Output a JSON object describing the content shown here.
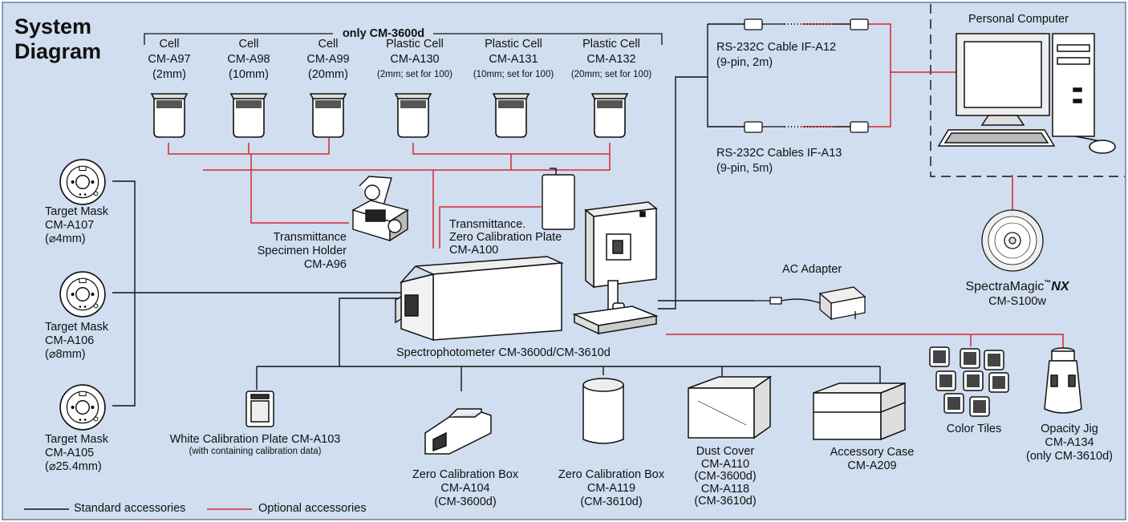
{
  "title_lines": [
    "System",
    "Diagram"
  ],
  "group_label": "only CM-3600d",
  "cells": [
    {
      "lines": [
        "Cell",
        "CM-A97",
        "(2mm)"
      ]
    },
    {
      "lines": [
        "Cell",
        "CM-A98",
        "(10mm)"
      ]
    },
    {
      "lines": [
        "Cell",
        "CM-A99",
        "(20mm)"
      ]
    },
    {
      "lines": [
        "Plastic Cell",
        "CM-A130"
      ],
      "note": "(2mm; set for 100)"
    },
    {
      "lines": [
        "Plastic Cell",
        "CM-A131"
      ],
      "note": "(10mm; set for 100)"
    },
    {
      "lines": [
        "Plastic Cell",
        "CM-A132"
      ],
      "note": "(20mm; set for 100)"
    }
  ],
  "masks": [
    {
      "lines": [
        "Target Mask",
        "CM-A107",
        "(⌀4mm)"
      ]
    },
    {
      "lines": [
        "Target Mask",
        "CM-A106",
        "(⌀8mm)"
      ]
    },
    {
      "lines": [
        "Target Mask",
        "CM-A105",
        "(⌀25.4mm)"
      ]
    }
  ],
  "transmittance_holder": [
    "Transmittance",
    "Specimen Holder",
    "CM-A96"
  ],
  "zero_plate": [
    "Transmittance.",
    "Zero Calibration Plate",
    "CM-A100"
  ],
  "spectrophotometer": "Spectrophotometer CM-3600d/CM-3610d",
  "cable1": [
    "RS-232C Cable IF-A12",
    "(9-pin, 2m)"
  ],
  "cable2": [
    "RS-232C Cables IF-A13",
    "(9-pin, 5m)"
  ],
  "pc": "Personal Computer",
  "ac_adapter": "AC Adapter",
  "software": {
    "name": "SpectraMagic",
    "tm": "™",
    "suffix": "NX",
    "code": "CM-S100w"
  },
  "white_plate": {
    "line": "White Calibration Plate CM-A103",
    "note": "(with containing calibration data)"
  },
  "zero_box1": [
    "Zero Calibration Box",
    "CM-A104",
    "(CM-3600d)"
  ],
  "zero_box2": [
    "Zero Calibration Box",
    "CM-A119",
    "(CM-3610d)"
  ],
  "dust_cover": [
    "Dust Cover",
    "CM-A110",
    "(CM-3600d)",
    "CM-A118",
    "(CM-3610d)"
  ],
  "accessory_case": [
    "Accessory Case",
    "CM-A209"
  ],
  "color_tiles": "Color Tiles",
  "opacity_jig": [
    "Opacity Jig",
    "CM-A134",
    "(only CM-3610d)"
  ],
  "legend": {
    "standard": "Standard accessories",
    "optional": "Optional accessories"
  },
  "colors": {
    "background": "#d0deef",
    "optional_line": "#d8262e",
    "standard_line": "#111111",
    "border": "#6a7f9a"
  }
}
